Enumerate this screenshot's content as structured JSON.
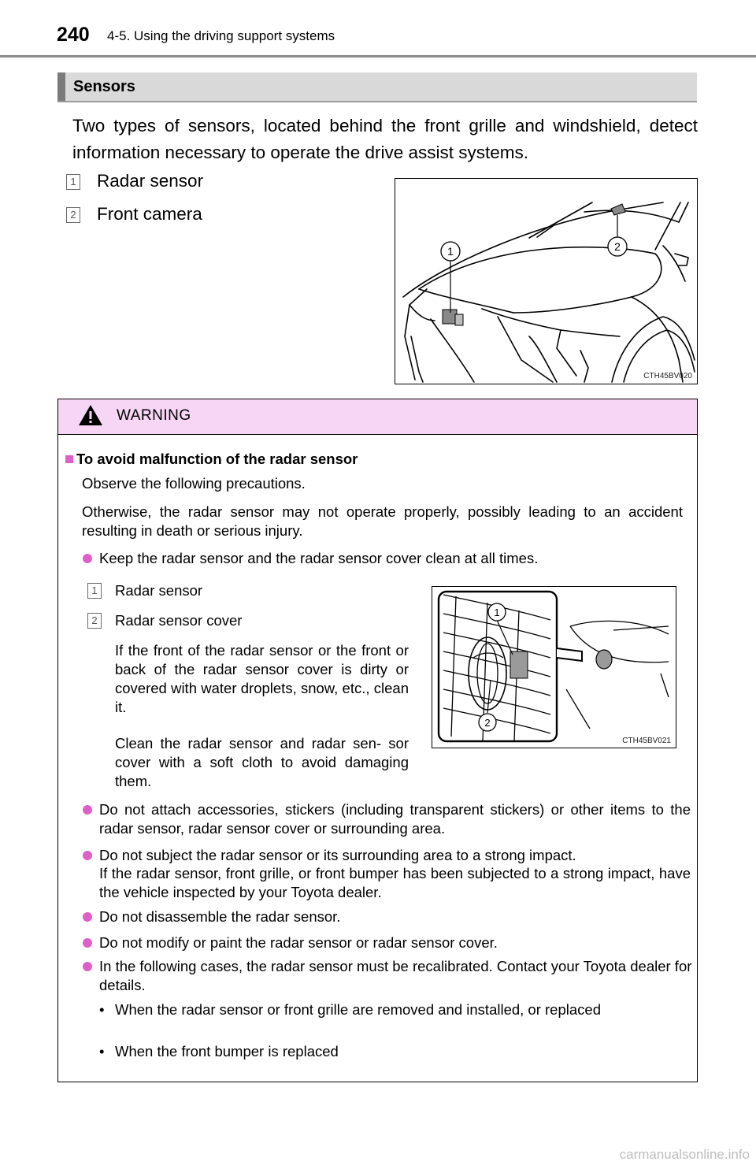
{
  "header": {
    "page_number": "240",
    "chapter": "4-5. Using the driving support systems"
  },
  "section": {
    "title": "Sensors",
    "intro": "Two types of sensors, located behind the front grille and windshield, detect information necessary to operate the drive assist systems.",
    "items": [
      {
        "num": "1",
        "label": "Radar sensor"
      },
      {
        "num": "2",
        "label": "Front camera"
      }
    ],
    "figure_code": "CTH45BV020"
  },
  "warning": {
    "title": "WARNING",
    "heading": "To avoid malfunction of the radar sensor",
    "intro_1": "Observe the following precautions.",
    "intro_2": "Otherwise, the radar sensor may not operate properly, possibly leading to an accident resulting in death or serious injury.",
    "bullet_1": "Keep the radar sensor and the radar sensor cover clean at all times.",
    "sub_items": [
      {
        "num": "1",
        "label": "Radar sensor"
      },
      {
        "num": "2",
        "label": "Radar sensor cover"
      }
    ],
    "para_dirty": "If the front of the radar sensor or the front or back of the radar sensor cover is dirty or covered with water droplets, snow, etc., clean it.",
    "para_clean": "Clean the radar sensor and radar sen- sor cover with a soft cloth to avoid damaging them.",
    "figure_code": "CTH45BV021",
    "bullet_2": "Do not attach accessories, stickers (including transparent stickers) or other items to the radar sensor, radar sensor cover or surrounding area.",
    "bullet_3_line1": "Do not subject the radar sensor or its surrounding area to a strong impact.",
    "bullet_3_line2": "If the radar sensor, front grille, or front bumper has been subjected to a strong impact, have the vehicle inspected by your Toyota dealer.",
    "bullet_4": "Do not disassemble the radar sensor.",
    "bullet_5": "Do not modify or paint the radar sensor or radar sensor cover.",
    "bullet_6": "In the following cases, the radar sensor must be recalibrated. Contact your Toyota dealer for details.",
    "dash_1": "When the radar sensor or front grille are removed and installed, or replaced",
    "dash_2": "When the front bumper is replaced"
  },
  "watermark": "carmanualsonline.info",
  "colors": {
    "accent_pink": "#e05ec8",
    "warning_header_bg": "#f7d6f5",
    "section_bar_bg": "#d9d9d9"
  }
}
